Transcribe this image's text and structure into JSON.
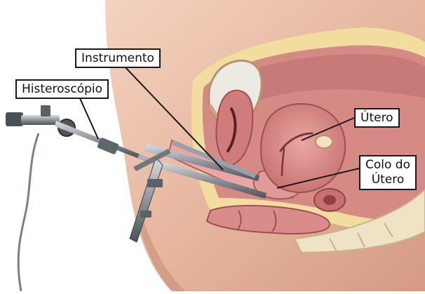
{
  "labels": {
    "instrumento": "Instrumento",
    "histeroscopio": "Histeroscópio",
    "utero": "Útero",
    "colo_line1": "Colo do",
    "colo_line2": "Útero"
  },
  "colors": {
    "skin": "#e7b79f",
    "skin_shadow": "#c98a76",
    "tissue": "#d98c8a",
    "tissue_dark": "#b35f63",
    "fat": "#f1dd9f",
    "bladder": "#e8e6dc",
    "instrument_metal": "#9aa0a6",
    "instrument_dark": "#3e4348"
  },
  "icons": [
    "hysteroscope-icon",
    "speculum-icon",
    "forceps-icon"
  ]
}
